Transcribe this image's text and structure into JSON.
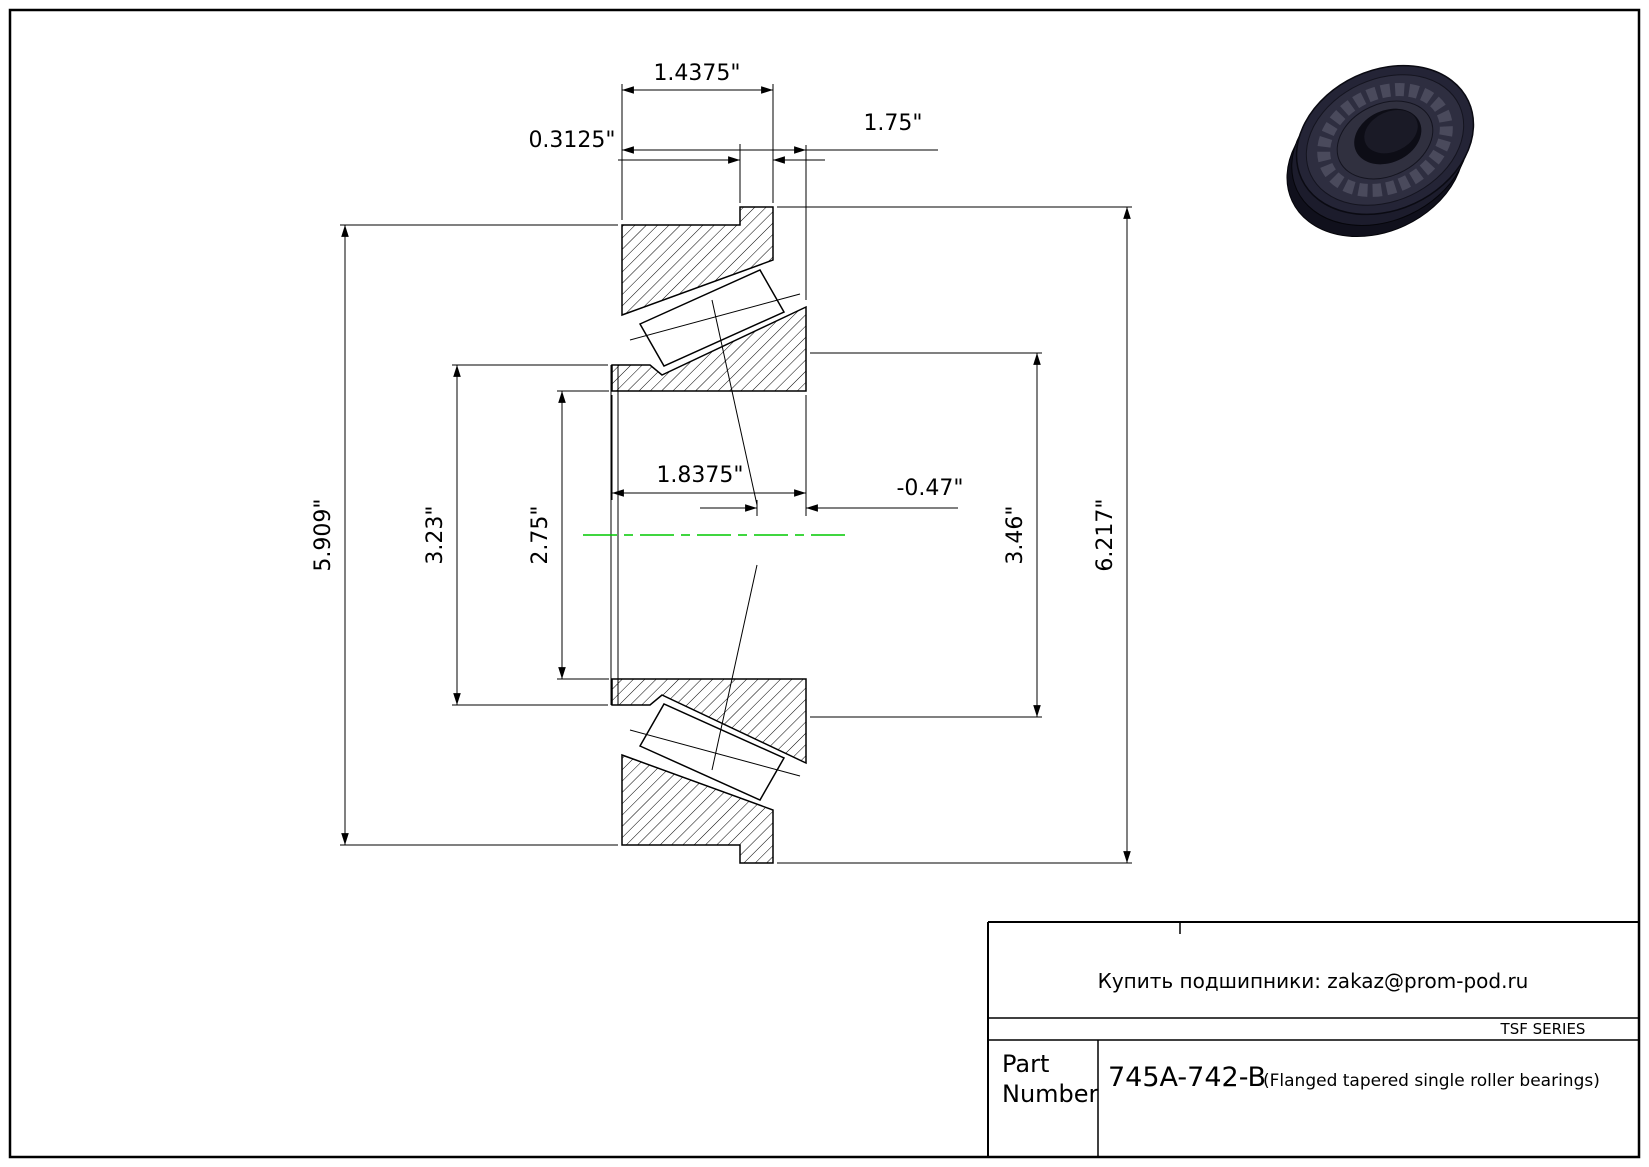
{
  "dimensions": {
    "cup_width": "1.4375\"",
    "flange_width": "0.3125\"",
    "overall_width": "1.75\"",
    "cone_width": "1.8375\"",
    "flange_backset": "-0.47\"",
    "cup_od": "5.909\"",
    "cone_front_rib_od": "3.23\"",
    "bore_diameter": "2.75\"",
    "cone_back_rib_od": "3.46\"",
    "flange_od": "6.217\""
  },
  "title_block": {
    "contact_line": "Купить подшипники: zakaz@prom-pod.ru",
    "series": "TSF SERIES",
    "part_label_line1": "Part",
    "part_label_line2": "Number",
    "part_number": "745A-742-B",
    "part_description": "(Flanged tapered single roller bearings)"
  },
  "colors": {
    "line": "#000000",
    "centerline_green": "#00c800",
    "background": "#ffffff"
  }
}
